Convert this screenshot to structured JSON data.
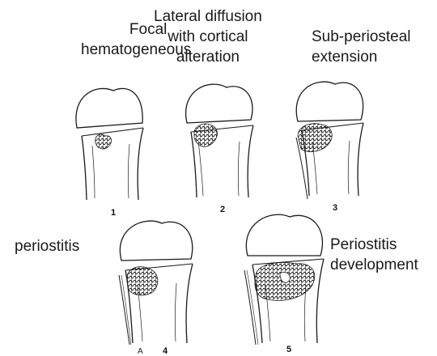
{
  "captions": {
    "focal": [
      "Focal",
      "hematogeneous"
    ],
    "lateral": [
      "Lateral diffusion",
      "with cortical",
      "alteration"
    ],
    "subperiosteal": [
      "Sub-periosteal",
      "extension"
    ],
    "periostitis": [
      "periostitis"
    ],
    "development": [
      "Periostitis",
      "development"
    ]
  },
  "stages": [
    "1",
    "2",
    "3",
    "4",
    "5"
  ],
  "corner_letter": "A",
  "colors": {
    "ink": "#1a1a1a",
    "background": "#ffffff"
  }
}
